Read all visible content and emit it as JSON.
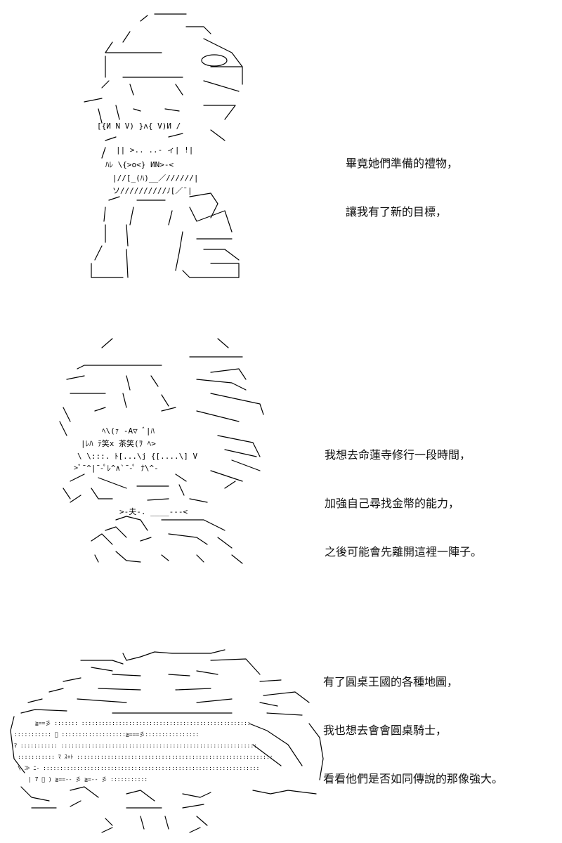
{
  "panels": [
    {
      "lines": [
        "畢竟她們準備的禮物，",
        "讓我有了新的目標，"
      ]
    },
    {
      "lines": [
        "我想去命蓮寺修行一段時間，",
        "加強自己尋找金幣的能力，",
        "之後可能會先離開這裡一陣子。"
      ]
    },
    {
      "lines": [
        "有了圓桌王國的各種地圖，",
        "我也想去會會圓桌騎士，",
        "看看他們是否如同傳說的那像強大。"
      ]
    }
  ]
}
